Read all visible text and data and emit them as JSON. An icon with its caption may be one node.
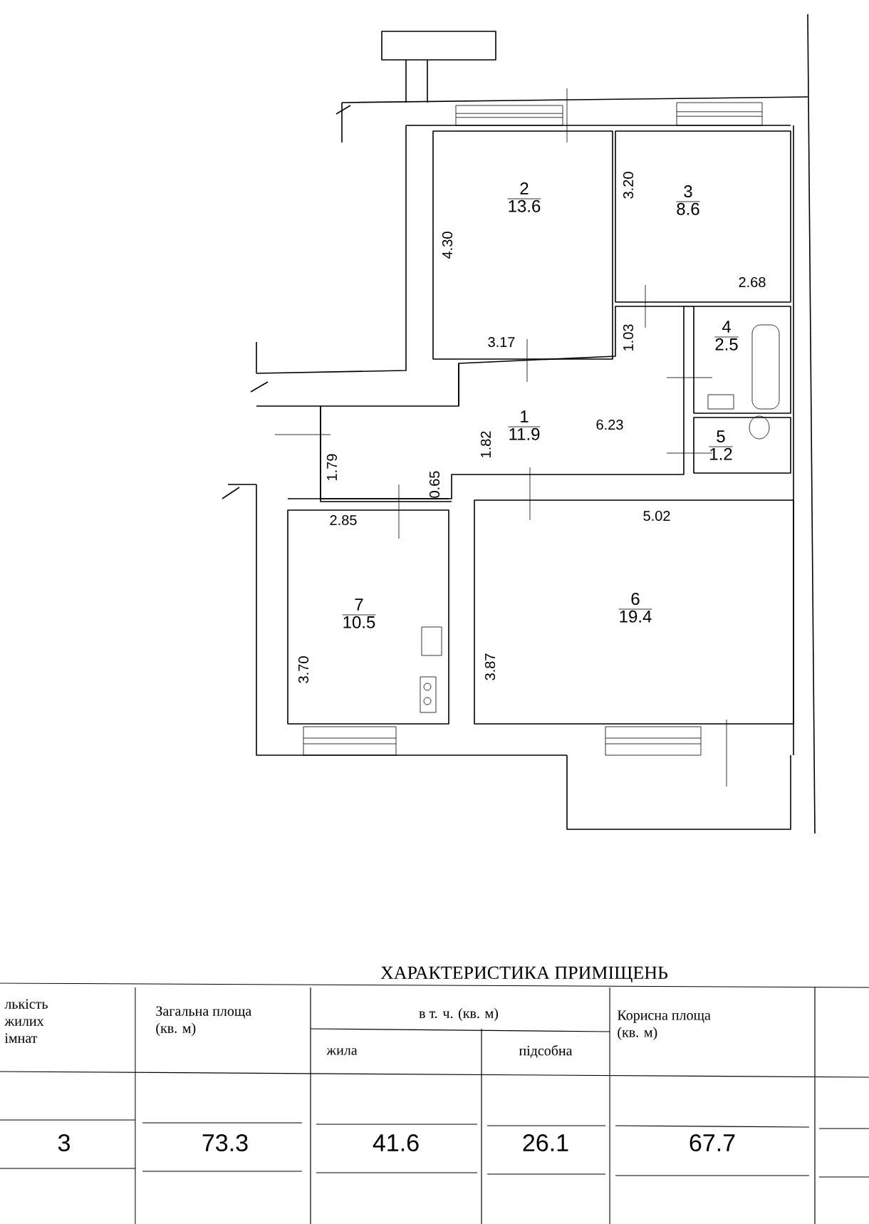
{
  "diagram": {
    "title": "ХАРАКТЕРИСТИКА ПРИМІЩЕНЬ",
    "nodes": [
      {
        "text": [
          "2",
          "13.6"
        ]
      },
      {
        "text": [
          "3",
          "8.6"
        ]
      },
      {
        "text": [
          "4",
          "2.5"
        ]
      },
      {
        "text": [
          "1",
          "11.9"
        ]
      },
      {
        "text": [
          "5",
          "1.2"
        ]
      },
      {
        "text": [
          "7",
          "10.5"
        ]
      },
      {
        "text": [
          "6",
          "19.4"
        ]
      }
    ],
    "labels": [
      "4.30",
      "3.20",
      "2.68",
      "3.17",
      "1.03",
      "6.23",
      "1.82",
      "1.79",
      "0.65",
      "2.85",
      "5.02",
      "3.70",
      "3.87",
      "лькість жилих імнат",
      "Загальна площа (кв. м)",
      "в т. ч. (кв. м)",
      "Корисна площа (кв. м)",
      "жила",
      "підсобна",
      "3",
      "73.3",
      "41.6",
      "26.1",
      "67.7"
    ]
  }
}
